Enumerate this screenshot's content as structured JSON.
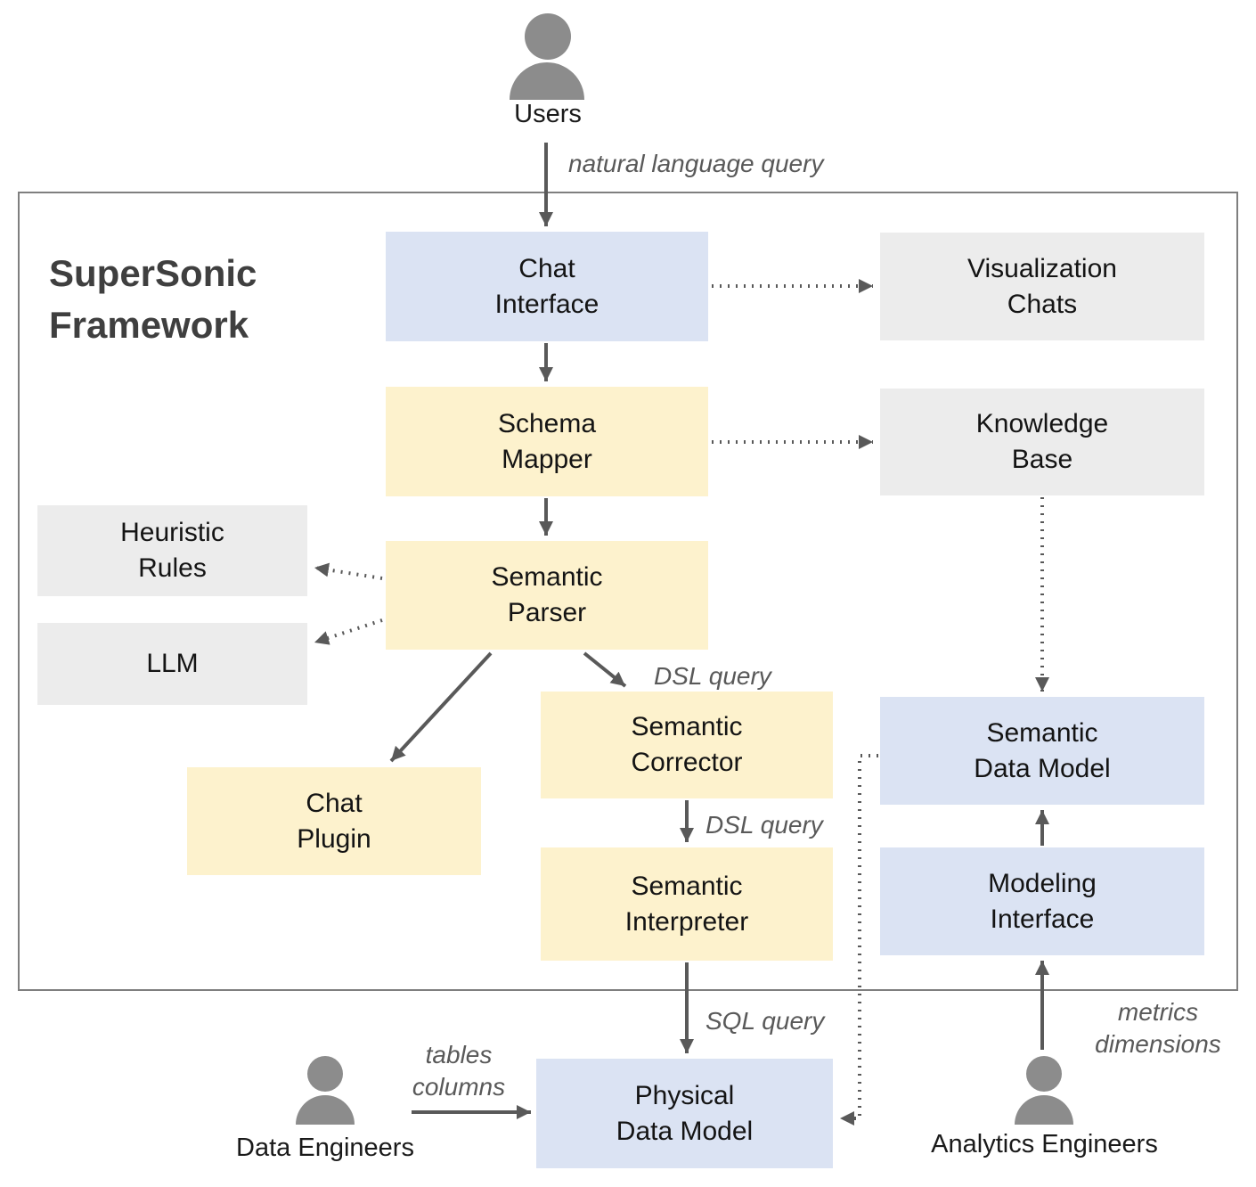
{
  "title": "SuperSonic\nFramework",
  "actors": {
    "users": "Users",
    "data_engineers": "Data Engineers",
    "analytics_engineers": "Analytics Engineers"
  },
  "nodes": {
    "chat_interface": "Chat\nInterface",
    "visualization_chats": "Visualization\nChats",
    "schema_mapper": "Schema\nMapper",
    "knowledge_base": "Knowledge\nBase",
    "heuristic_rules": "Heuristic\nRules",
    "llm": "LLM",
    "semantic_parser": "Semantic\nParser",
    "chat_plugin": "Chat\nPlugin",
    "semantic_corrector": "Semantic\nCorrector",
    "semantic_interpreter": "Semantic\nInterpreter",
    "semantic_data_model": "Semantic\nData Model",
    "modeling_interface": "Modeling\nInterface",
    "physical_data_model": "Physical\nData Model"
  },
  "edge_labels": {
    "natural_language_query": "natural language query",
    "dsl_query_parser_corrector": "DSL query",
    "dsl_query_corrector_interpreter": "DSL query",
    "sql_query": "SQL query",
    "tables_columns": "tables\ncolumns",
    "metrics_dimensions": "metrics\ndimensions"
  },
  "colors": {
    "blue_node": "#dbe3f3",
    "yellow_node": "#fdf2cd",
    "gray_node": "#ececec",
    "arrow": "#595959",
    "person": "#8c8c8c",
    "frame_border": "#7f7f7f"
  }
}
